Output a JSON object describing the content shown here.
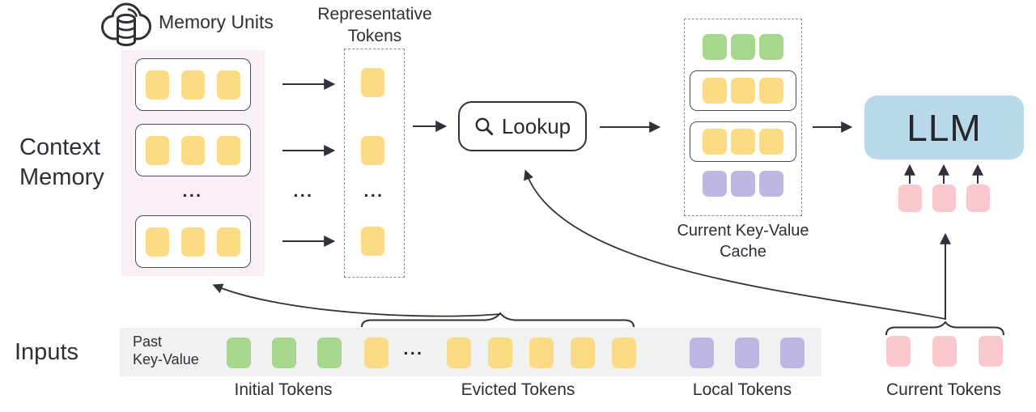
{
  "colors": {
    "token_yellow": "#FBDC85",
    "token_green": "#A6D78C",
    "token_purple": "#BDB8E1",
    "token_pink": "#FBC9CD",
    "llm_blue": "#B9D9EA",
    "memory_bg": "#FAEEF7",
    "strip_bg": "#F0F2F1",
    "line": "#30313A"
  },
  "ellipsis": "...",
  "memory": {
    "icon": "cloud-database-icon",
    "units_label": "Memory Units",
    "side_label": {
      "line1": "Context",
      "line2": "Memory"
    },
    "unit_rows_shown": 3,
    "tokens_per_row": 3
  },
  "representative": {
    "label_line1": "Representative",
    "label_line2": "Tokens",
    "tokens_shown": 3
  },
  "lookup": {
    "label": "Lookup",
    "icon": "magnifier-icon"
  },
  "cache": {
    "label_line1": "Current Key-Value",
    "label_line2": "Cache",
    "rows": [
      {
        "type": "initial",
        "color": "green",
        "tokens": 3,
        "boxed": false
      },
      {
        "type": "memory-unit",
        "color": "yellow",
        "tokens": 3,
        "boxed": true
      },
      {
        "type": "memory-unit",
        "color": "yellow",
        "tokens": 3,
        "boxed": true
      },
      {
        "type": "local",
        "color": "purple",
        "tokens": 3,
        "boxed": false
      }
    ]
  },
  "llm": {
    "label": "LLM",
    "input_token_count": 3,
    "input_token_color": "pink"
  },
  "inputs": {
    "label": "Inputs",
    "past_kv": {
      "line1": "Past",
      "line2": "Key-Value"
    },
    "groups": [
      {
        "label": "Initial Tokens",
        "color": "green",
        "count": 3
      },
      {
        "label": "Evicted Tokens",
        "color": "yellow",
        "count": 6,
        "ellipsis_after_first": true
      },
      {
        "label": "Local Tokens",
        "color": "purple",
        "count": 3
      },
      {
        "label": "Current Tokens",
        "color": "pink",
        "count": 3
      }
    ]
  }
}
